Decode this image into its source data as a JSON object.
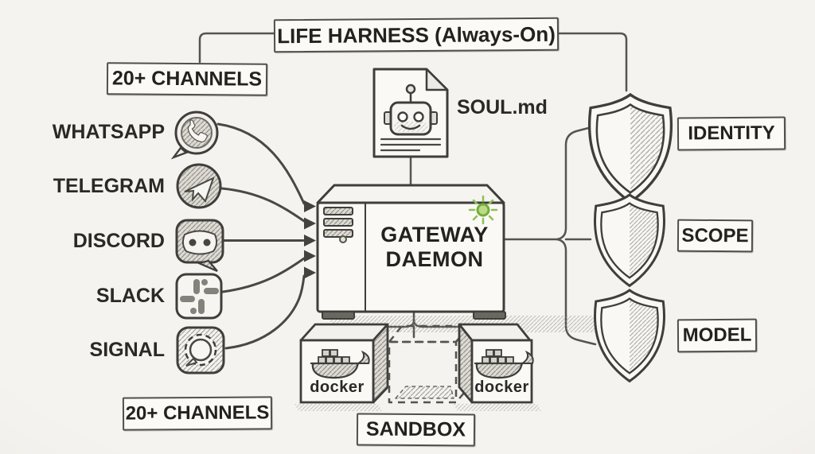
{
  "colors": {
    "ink": "#3f3e3b",
    "paper": "#f5f3ef",
    "status_green": "#7cb83d"
  },
  "title": {
    "label": "LIFE HARNESS (Always-On)"
  },
  "channels_badge_top": "20+ CHANNELS",
  "channels_badge_bottom": "20+ CHANNELS",
  "channels": [
    {
      "label": "WHATSAPP",
      "icon": "whatsapp-icon"
    },
    {
      "label": "TELEGRAM",
      "icon": "telegram-icon"
    },
    {
      "label": "DISCORD",
      "icon": "discord-icon"
    },
    {
      "label": "SLACK",
      "icon": "slack-icon"
    },
    {
      "label": "SIGNAL",
      "icon": "signal-icon"
    }
  ],
  "soul_file": {
    "label": "SOUL.md",
    "icon": "robot-document-icon"
  },
  "gateway": {
    "line1": "GATEWAY",
    "line2": "DAEMON",
    "status_icon": "green-led-icon"
  },
  "shields": [
    {
      "label": "IDENTITY",
      "icon": "shield-icon"
    },
    {
      "label": "SCOPE",
      "icon": "shield-icon"
    },
    {
      "label": "MODEL",
      "icon": "shield-icon"
    }
  ],
  "sandbox": {
    "label": "SANDBOX",
    "docker_label": "docker",
    "icons": [
      "docker-cube-icon",
      "ghost-cube-icon",
      "docker-cube-icon"
    ]
  }
}
